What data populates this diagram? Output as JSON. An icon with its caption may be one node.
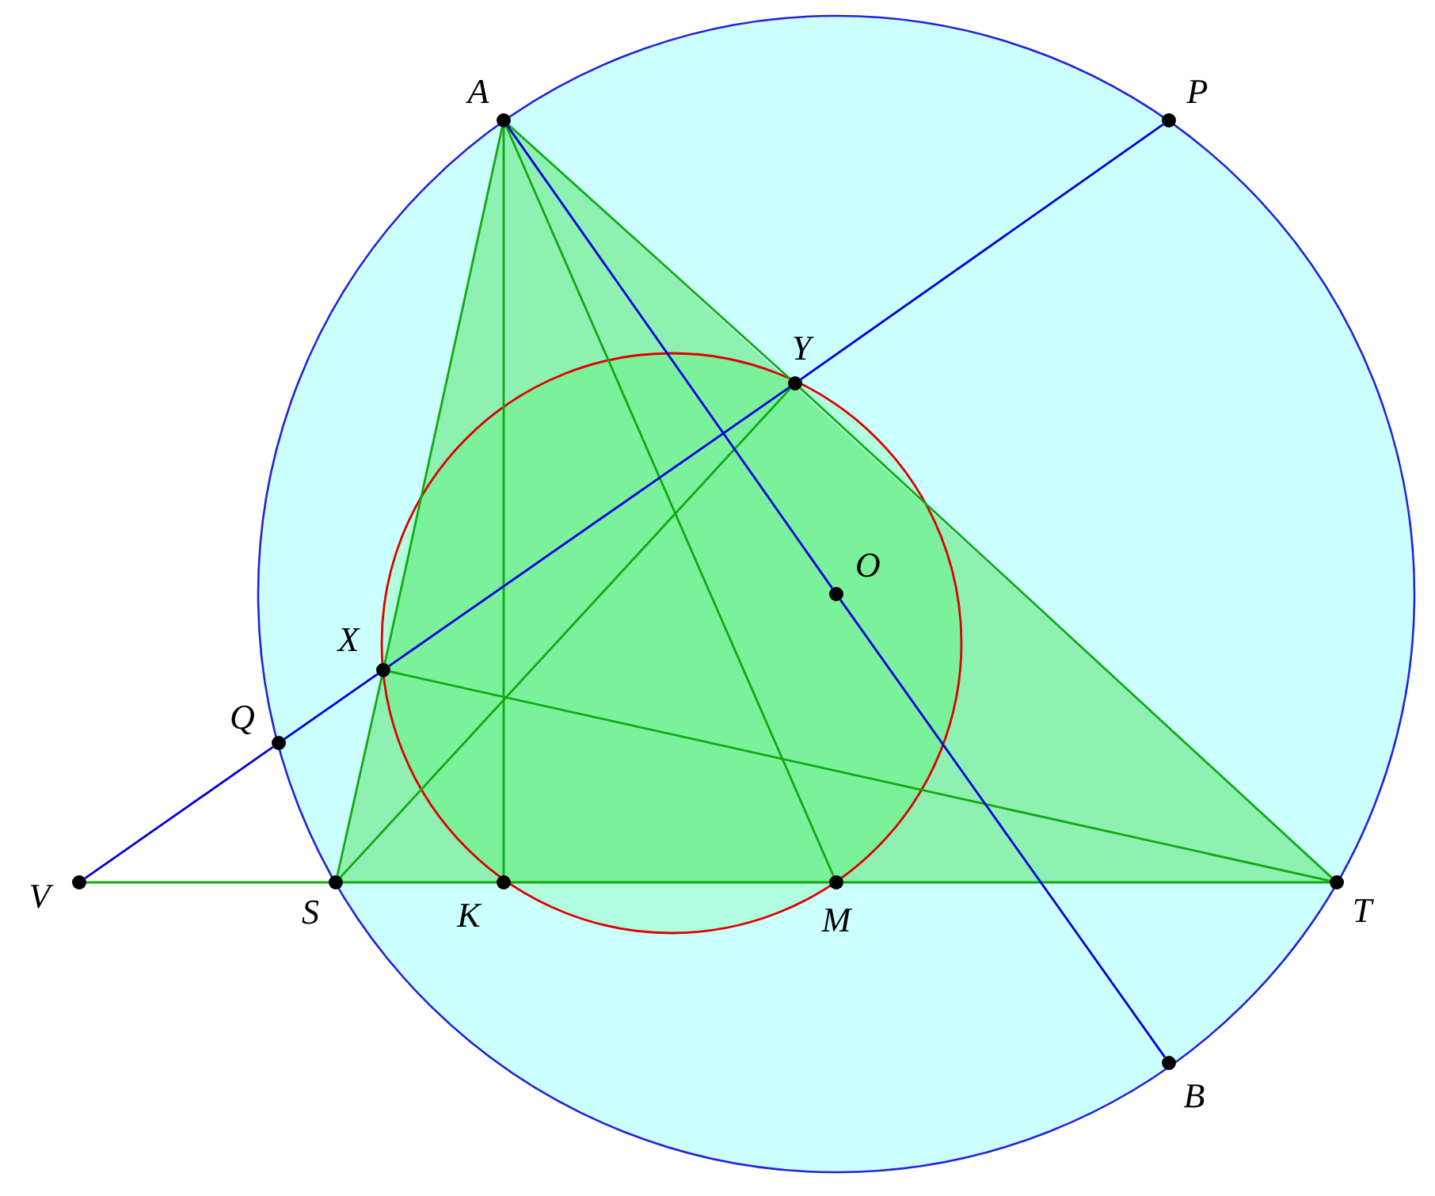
{
  "diagram": {
    "nodes": [
      {
        "text": [],
        "shape": "circle",
        "beside": [
          "A"
        ]
      },
      {
        "text": [],
        "shape": "circle",
        "beside": [
          "P"
        ]
      },
      {
        "text": [],
        "shape": "circle",
        "beside": [
          "Y"
        ]
      },
      {
        "text": [],
        "shape": "circle",
        "beside": [
          "O"
        ]
      },
      {
        "text": [],
        "shape": "circle",
        "beside": [
          "X"
        ]
      },
      {
        "text": [],
        "shape": "circle",
        "beside": [
          "Q"
        ]
      },
      {
        "text": [],
        "shape": "circle",
        "beside": [
          "V"
        ]
      },
      {
        "text": [],
        "shape": "circle",
        "beside": [
          "S"
        ]
      },
      {
        "text": [],
        "shape": "circle",
        "beside": [
          "K"
        ]
      },
      {
        "text": [],
        "shape": "circle",
        "beside": [
          "M"
        ]
      },
      {
        "text": [],
        "shape": "circle",
        "beside": [
          "T"
        ]
      },
      {
        "text": [],
        "shape": "circle",
        "beside": [
          "B"
        ]
      }
    ],
    "edges": [
      {
        "from": 0,
        "to": 4,
        "arrow": "none"
      },
      {
        "from": 4,
        "to": 7,
        "arrow": "none"
      },
      {
        "from": 0,
        "to": 2,
        "arrow": "none"
      },
      {
        "from": 2,
        "to": 10,
        "arrow": "none"
      },
      {
        "from": 6,
        "to": 7,
        "arrow": "none"
      },
      {
        "from": 7,
        "to": 8,
        "arrow": "none"
      },
      {
        "from": 8,
        "to": 9,
        "arrow": "none"
      },
      {
        "from": 9,
        "to": 10,
        "arrow": "none"
      },
      {
        "from": 0,
        "to": 8,
        "arrow": "none"
      },
      {
        "from": 0,
        "to": 9,
        "arrow": "none"
      },
      {
        "from": 7,
        "to": 2,
        "arrow": "none"
      },
      {
        "from": 4,
        "to": 10,
        "arrow": "none"
      },
      {
        "from": 6,
        "to": 5,
        "arrow": "none",
        "color": "#0000dd"
      },
      {
        "from": 5,
        "to": 4,
        "arrow": "none",
        "color": "#0000dd"
      },
      {
        "from": 4,
        "to": 2,
        "arrow": "none",
        "color": "#0000dd"
      },
      {
        "from": 2,
        "to": 1,
        "arrow": "none",
        "color": "#0000dd"
      },
      {
        "from": 0,
        "to": 3,
        "arrow": "none",
        "color": "#0000dd"
      },
      {
        "from": 3,
        "to": 11,
        "arrow": "none",
        "color": "#0000dd"
      }
    ]
  }
}
